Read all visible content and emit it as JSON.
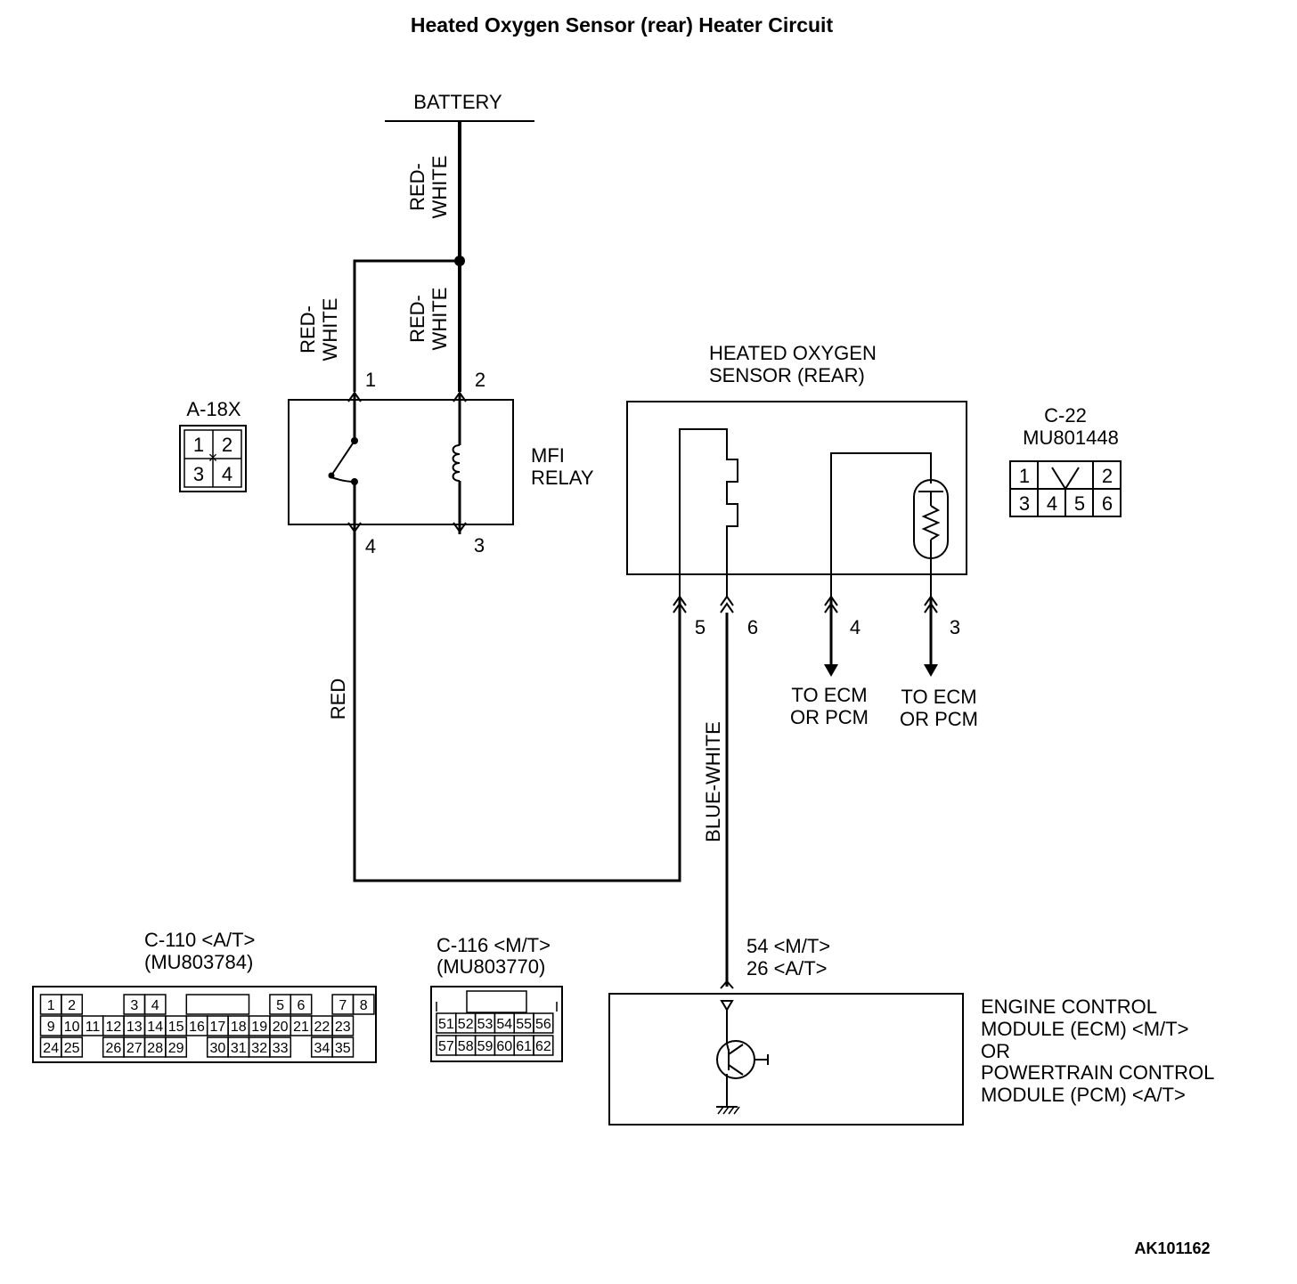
{
  "title": "Heated Oxygen Sensor (rear) Heater Circuit",
  "battery_label": "BATTERY",
  "wires": {
    "battery_feed": [
      "RED-",
      "WHITE"
    ],
    "relay_pin1": [
      "RED-",
      "WHITE"
    ],
    "relay_pin2": [
      "RED-",
      "WHITE"
    ],
    "red": "RED",
    "blue_white": "BLUE-WHITE"
  },
  "mfi_relay": {
    "label": [
      "MFI",
      "RELAY"
    ],
    "pins": [
      "1",
      "2",
      "4",
      "3"
    ]
  },
  "a18x": {
    "code": "A-18X",
    "cells": [
      "1",
      "2",
      "3",
      "4"
    ]
  },
  "sensor": {
    "label": [
      "HEATED OXYGEN",
      "SENSOR (REAR)"
    ],
    "pins": [
      "5",
      "6",
      "4",
      "3"
    ],
    "to_ecm_left": [
      "TO ECM",
      "OR PCM"
    ],
    "to_ecm_right": [
      "TO ECM",
      "OR PCM"
    ]
  },
  "c22": {
    "code": "C-22",
    "part": "MU801448",
    "cells": [
      "1",
      "2",
      "3",
      "4",
      "5",
      "6"
    ]
  },
  "c110": {
    "code": "C-110 <A/T>",
    "part": "(MU803784)",
    "row1": [
      "1",
      "2",
      "3",
      "4",
      "5",
      "6",
      "7",
      "8"
    ],
    "row2": [
      "9",
      "10",
      "11",
      "12",
      "13",
      "14",
      "15",
      "16",
      "17",
      "18",
      "19",
      "20",
      "21",
      "22",
      "23"
    ],
    "row3": [
      "24",
      "25",
      "26",
      "27",
      "28",
      "29",
      "30",
      "31",
      "32",
      "33",
      "34",
      "35"
    ]
  },
  "c116": {
    "code": "C-116 <M/T>",
    "part": "(MU803770)",
    "row1": [
      "51",
      "52",
      "53",
      "54",
      "55",
      "56"
    ],
    "row2": [
      "57",
      "58",
      "59",
      "60",
      "61",
      "62"
    ]
  },
  "ecm": {
    "pin_mt": "54 <M/T>",
    "pin_at": "26 <A/T>",
    "label": [
      "ENGINE CONTROL",
      "MODULE (ECM) <M/T>",
      "OR",
      "POWERTRAIN CONTROL",
      "MODULE (PCM) <A/T>"
    ]
  },
  "figure_code": "AK101162"
}
